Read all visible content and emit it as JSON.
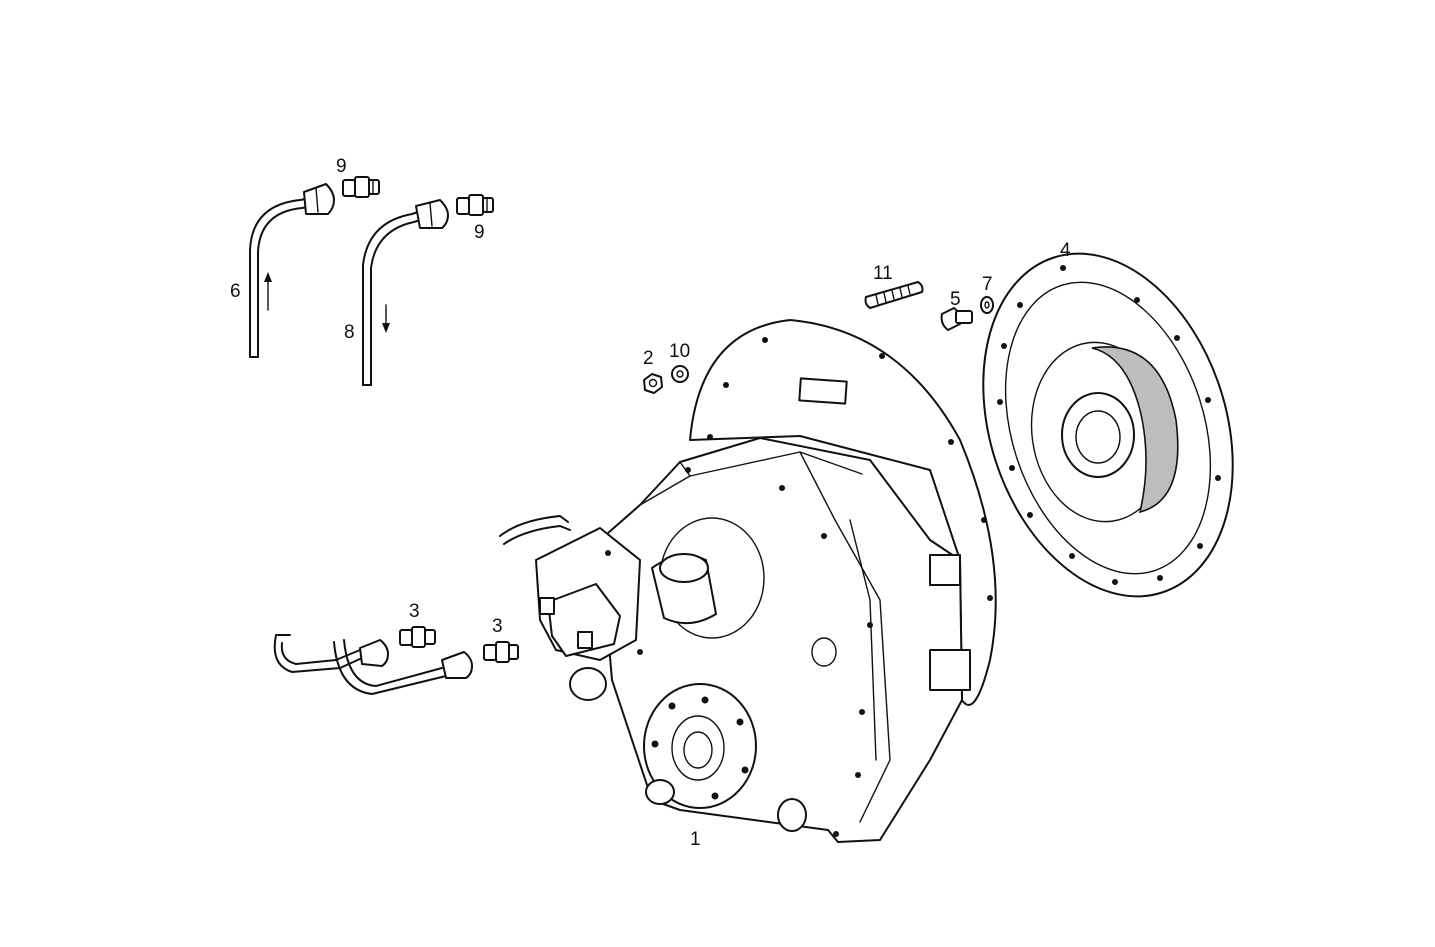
{
  "callouts": {
    "c1": "1",
    "c2": "2",
    "c3a": "3",
    "c3b": "3",
    "c4": "4",
    "c5": "5",
    "c6": "6",
    "c7": "7",
    "c8": "8",
    "c9a": "9",
    "c9b": "9",
    "c10": "10",
    "c11": "11"
  }
}
